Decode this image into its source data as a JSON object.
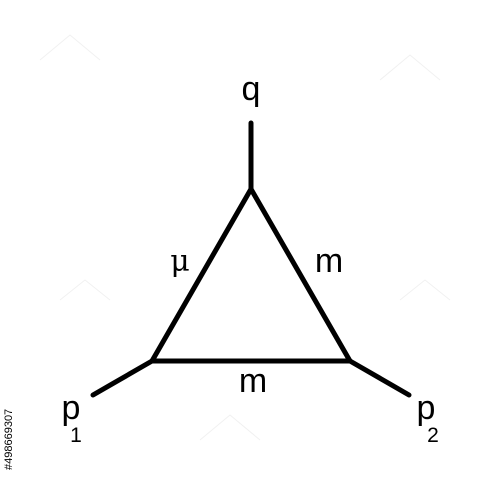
{
  "diagram": {
    "external_top": "q",
    "left_edge_label": "μ",
    "right_edge_label": "m",
    "bottom_edge_label": "m",
    "external_left": "p",
    "external_left_sub": "1",
    "external_right": "p",
    "external_right_sub": "2"
  },
  "watermark": {
    "side_text": "#498669307"
  },
  "colors": {
    "line": "#000000",
    "background": "#ffffff"
  }
}
